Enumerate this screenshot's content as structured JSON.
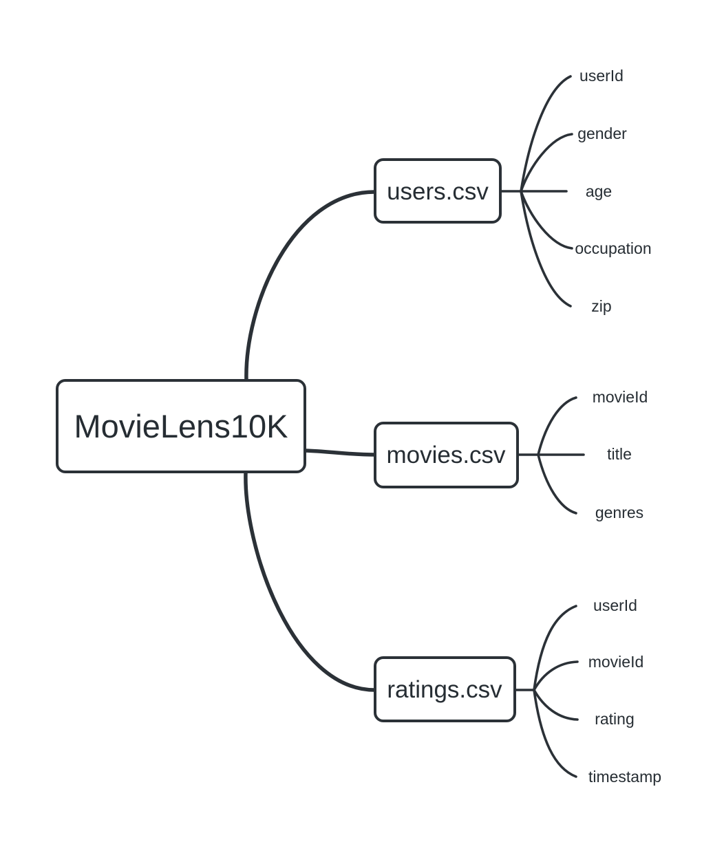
{
  "diagram": {
    "type": "mindmap",
    "root": {
      "label": "MovieLens10K"
    },
    "branches": [
      {
        "label": "users.csv",
        "children": [
          "userId",
          "gender",
          "age",
          "occupation",
          "zip"
        ]
      },
      {
        "label": "movies.csv",
        "children": [
          "movieId",
          "title",
          "genres"
        ]
      },
      {
        "label": "ratings.csv",
        "children": [
          "userId",
          "movieId",
          "rating",
          "timestamp"
        ]
      }
    ],
    "colors": {
      "stroke": "#2b3137",
      "text": "#262d33",
      "background": "#ffffff"
    }
  }
}
